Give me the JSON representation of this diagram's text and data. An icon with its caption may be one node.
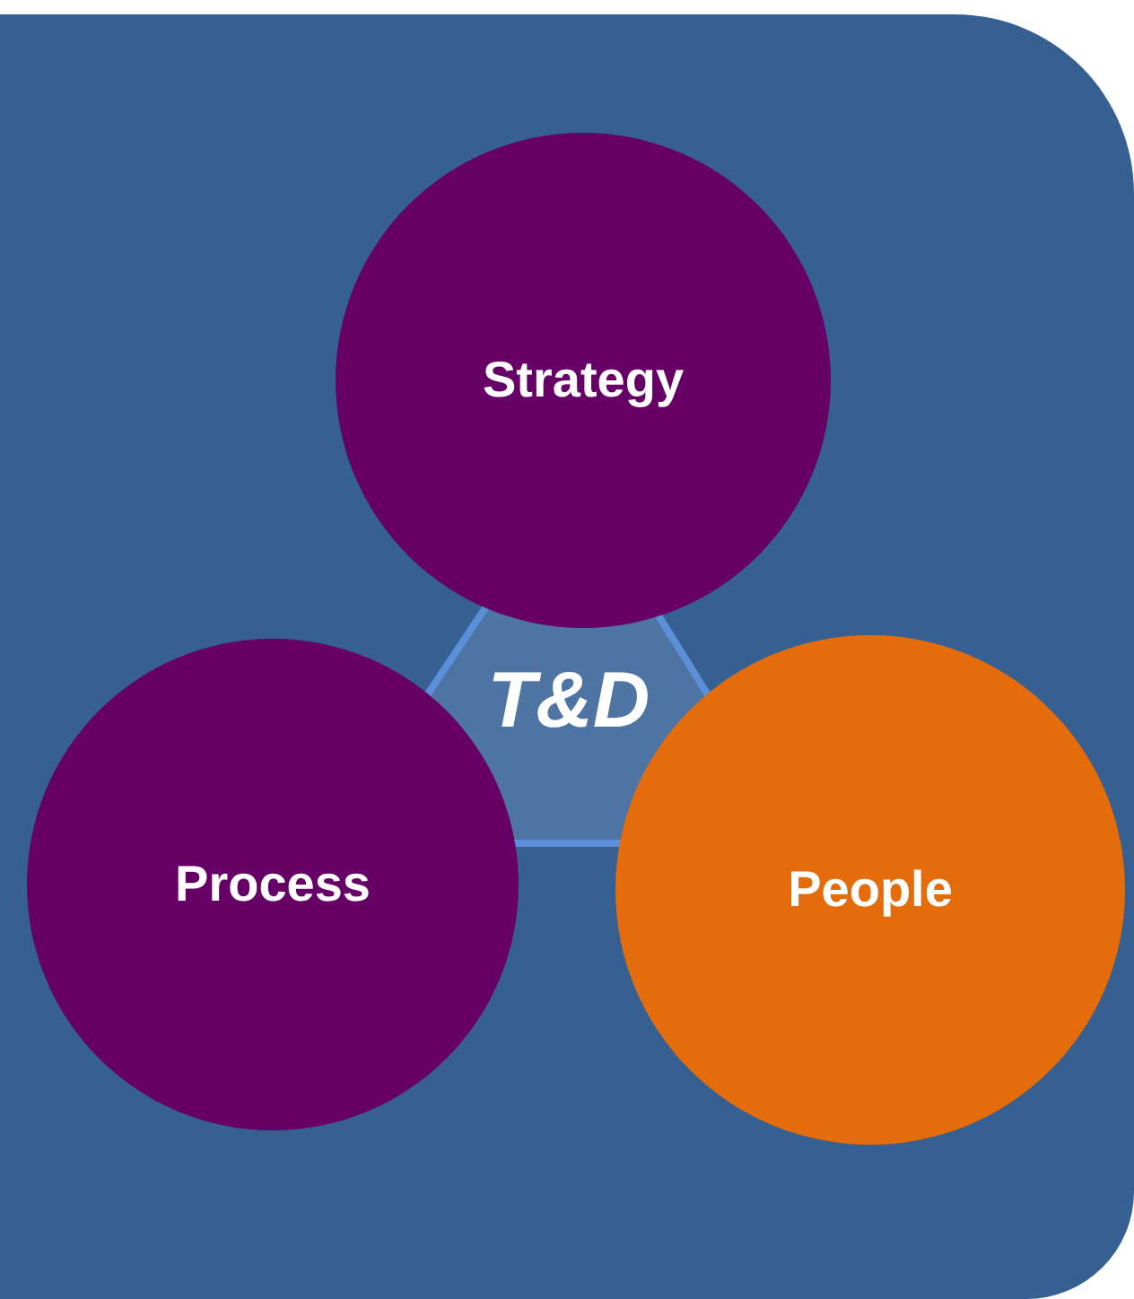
{
  "diagram": {
    "nodes": [
      {
        "text": [
          "T&D"
        ]
      },
      {
        "text": [
          "Strategy"
        ]
      },
      {
        "text": [
          "Process"
        ]
      },
      {
        "text": [
          "People"
        ]
      }
    ]
  }
}
